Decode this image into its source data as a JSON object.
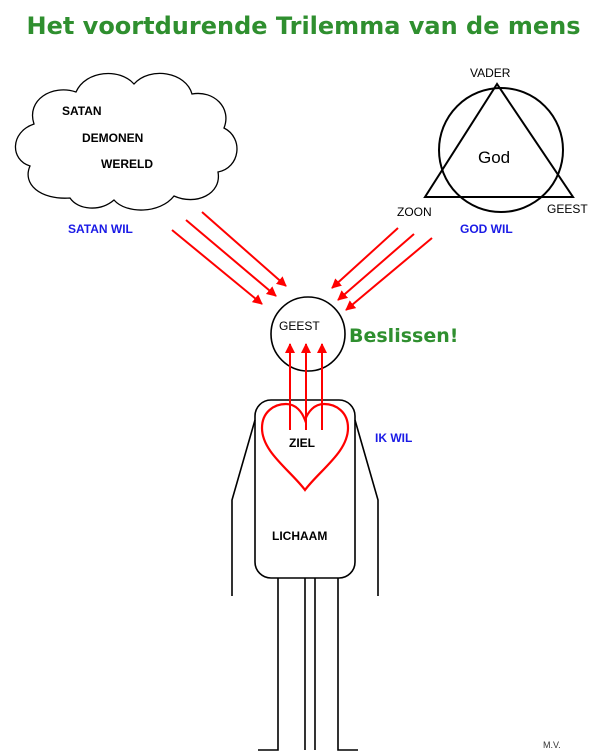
{
  "title": "Het voortdurende Trilemma van de mens",
  "cloud": {
    "line1": "SATAN",
    "line2": "DEMONEN",
    "line3": "WERELD"
  },
  "trinity": {
    "top": "VADER",
    "center": "God",
    "left": "ZOON",
    "right": "GEEST"
  },
  "labels": {
    "satan_wil": "SATAN WIL",
    "god_wil": "GOD WIL",
    "ik_wil": "IK WIL",
    "beslissen": "Beslissen!",
    "geest": "GEEST",
    "ziel": "ZIEL",
    "lichaam": "LICHAAM",
    "signature": "M.V."
  },
  "colors": {
    "title_green": "#2f8f2f",
    "will_blue": "#1a1ae6",
    "arrow_red": "#ff0000",
    "outline": "#000000"
  }
}
